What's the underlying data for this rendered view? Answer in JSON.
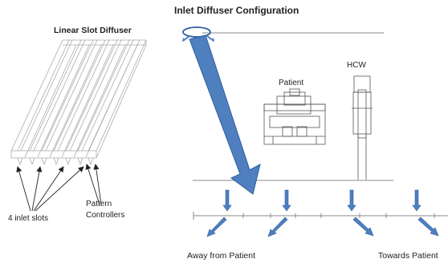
{
  "title": "Inlet Diffuser  Configuration",
  "left_panel": {
    "title": "Linear Slot Diffuser",
    "label_pattern_1": "Pattern",
    "label_pattern_2": "Controllers",
    "label_slots": "4 inlet slots"
  },
  "right_panel": {
    "patient_label": "Patient",
    "hcw_label": "HCW",
    "away_label": "Away from Patient",
    "towards_label": "Towards Patient"
  },
  "colors": {
    "arrow_fill": "#4f7fbf",
    "arrow_stroke": "#2f5f9f",
    "line": "#8a8a8a"
  }
}
